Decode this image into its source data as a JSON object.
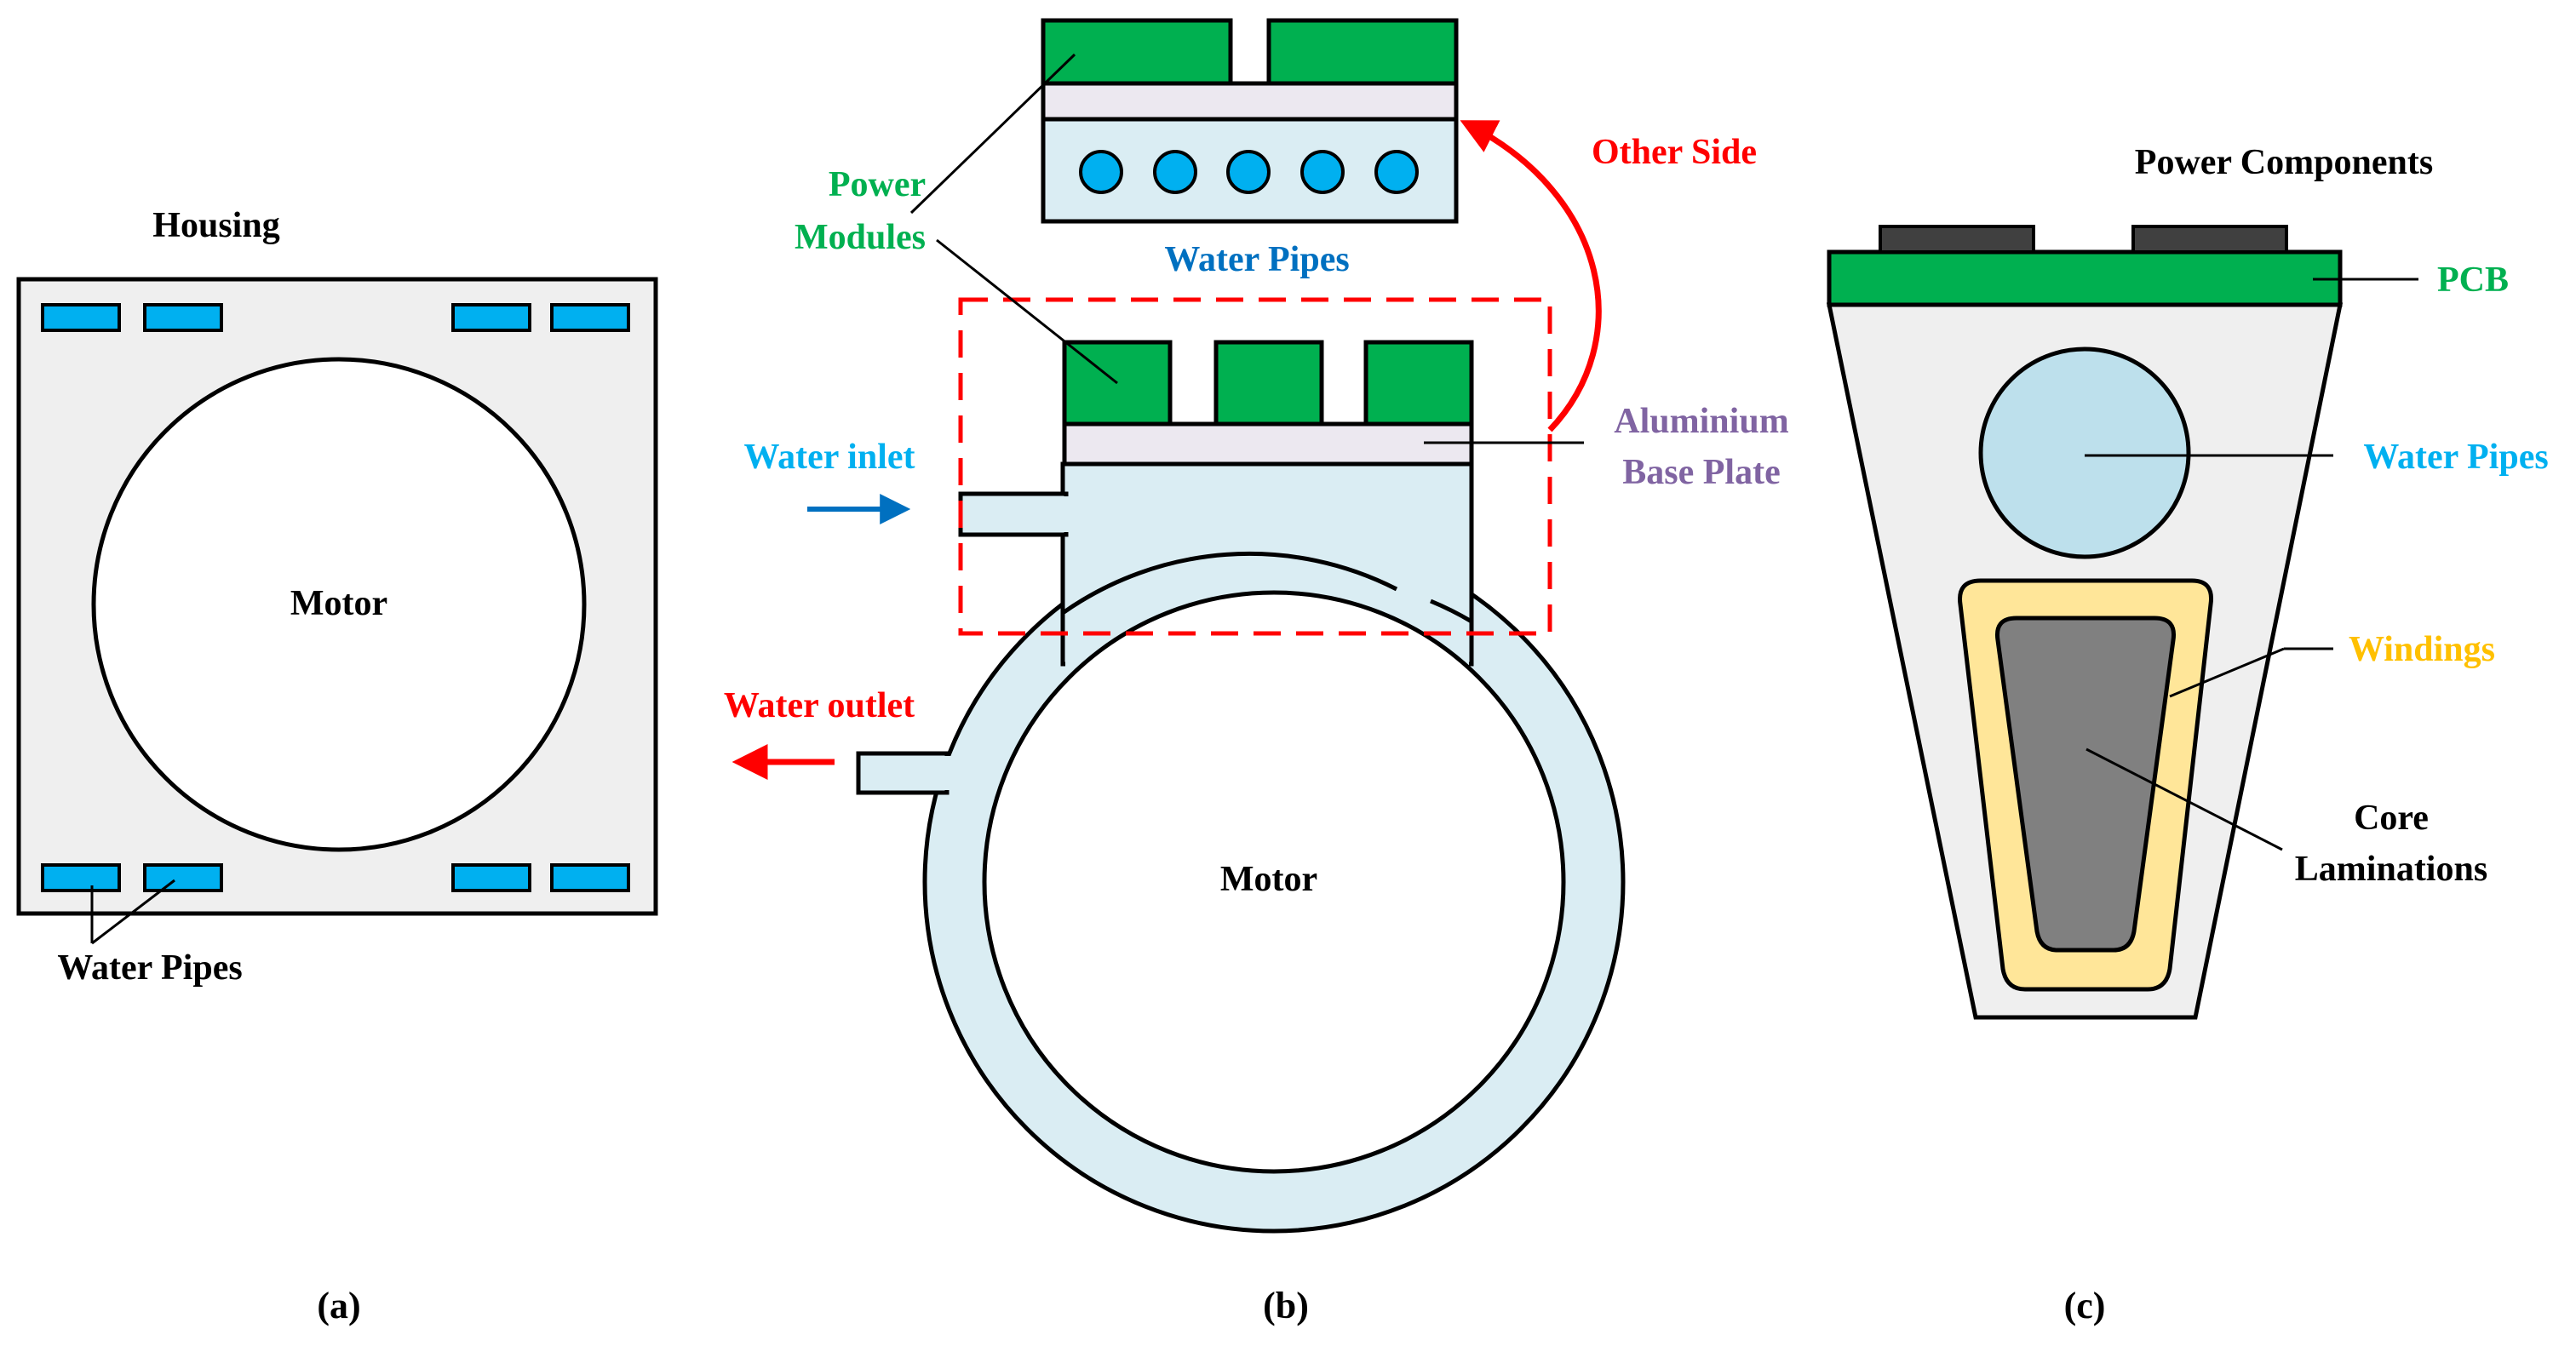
{
  "panel_a": {
    "housing_label": "Housing",
    "motor_label": "Motor",
    "pipes_label": "Water Pipes",
    "caption": "(a)"
  },
  "panel_b": {
    "power_modules_label_line1": "Power",
    "power_modules_label_line2": "Modules",
    "water_pipes_label": "Water Pipes",
    "other_side_label": "Other Side",
    "water_inlet_label": "Water inlet",
    "water_outlet_label": "Water outlet",
    "aluminium_label_line1": "Aluminium",
    "aluminium_label_line2": "Base Plate",
    "motor_label": "Motor",
    "caption": "(b)"
  },
  "panel_c": {
    "power_components_label": "Power Components",
    "pcb_label": "PCB",
    "water_pipes_label": "Water Pipes",
    "windings_label": "Windings",
    "core_label_line1": "Core",
    "core_label_line2": "Laminations",
    "caption": "(c)"
  },
  "colors": {
    "module_green": "#00b050",
    "pipe_blue": "#00b0f0",
    "jacket_blue": "#daedf3",
    "housing_gray": "#efefef",
    "plate_lavender": "#ece8f0",
    "red": "#ff0000",
    "arrow_blue": "#0070c0",
    "inlet_cyan": "#00b0f0",
    "aluminium_purple": "#8064a2",
    "winding_yellow": "#ffe699",
    "winding_label_yellow": "#ffc000",
    "core_gray": "#808080",
    "component_dark": "#404040",
    "pipe_circle": "#bde0ec"
  }
}
